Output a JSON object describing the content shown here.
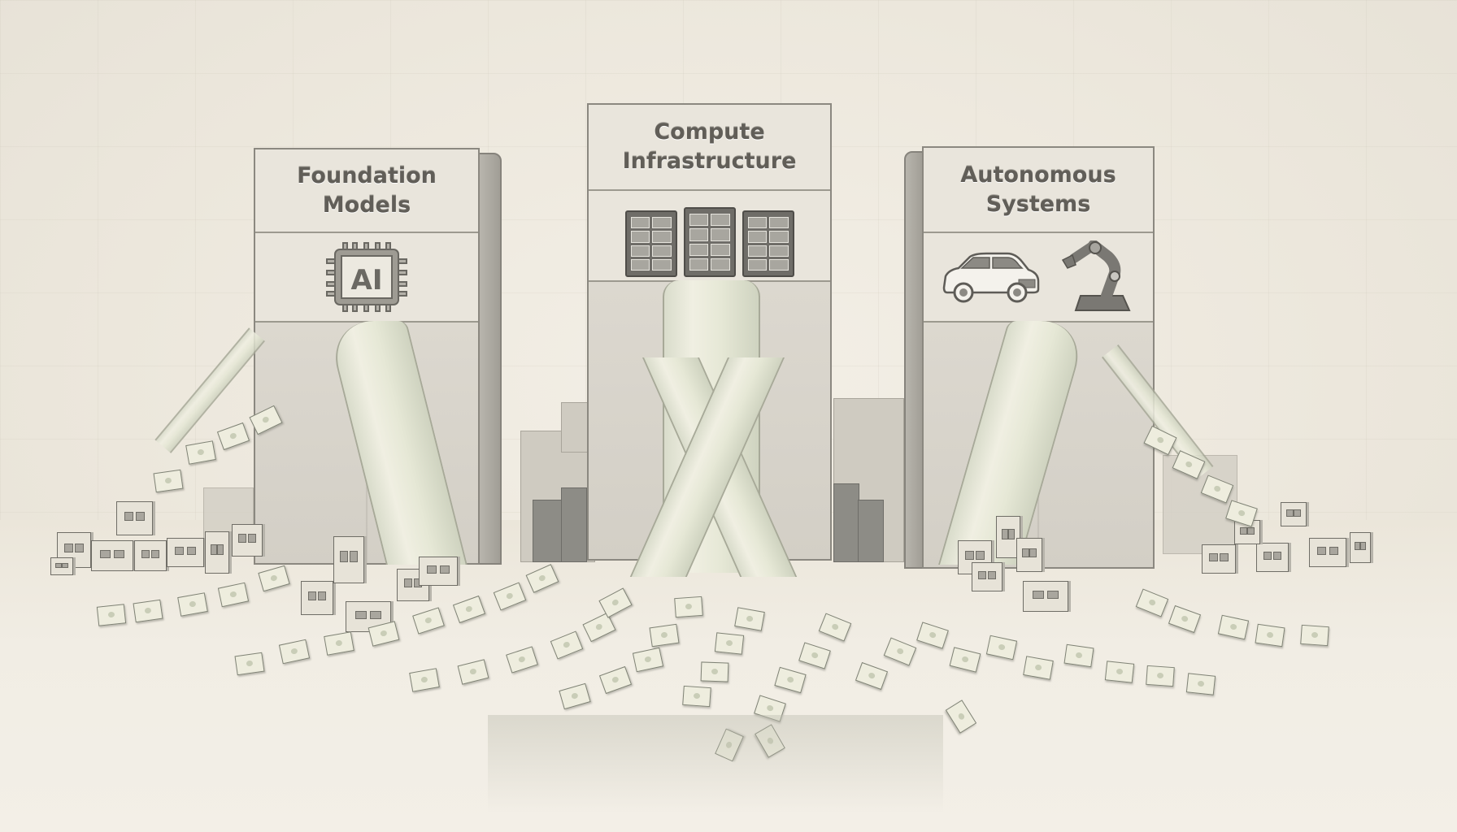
{
  "illustration": {
    "description": "Three labeled towers emitting cascading streams of paper/banknote-like sheets onto a floor scattered with small box buildings",
    "palette": {
      "background": "#ede9df",
      "tower_face": "#e9e5dc",
      "tower_side": "#a19e96",
      "outline": "#8b8880",
      "label_text": "#615e58",
      "paper": "#eeedde",
      "paper_tint": "#c9cdb7",
      "server_dark": "#6f6d68"
    }
  },
  "towers": [
    {
      "id": "foundation-models",
      "title_line1": "Foundation",
      "title_line2": "Models",
      "icon": "ai-chip-icon",
      "icon_text": "AI"
    },
    {
      "id": "compute-infrastructure",
      "title_line1": "Compute",
      "title_line2": "Infrastructure",
      "icon": "server-racks-icon",
      "icon_count": 3
    },
    {
      "id": "autonomous-systems",
      "title_line1": "Autonomous",
      "title_line2": "Systems",
      "icons": [
        "car-icon",
        "robot-arm-icon"
      ]
    }
  ]
}
